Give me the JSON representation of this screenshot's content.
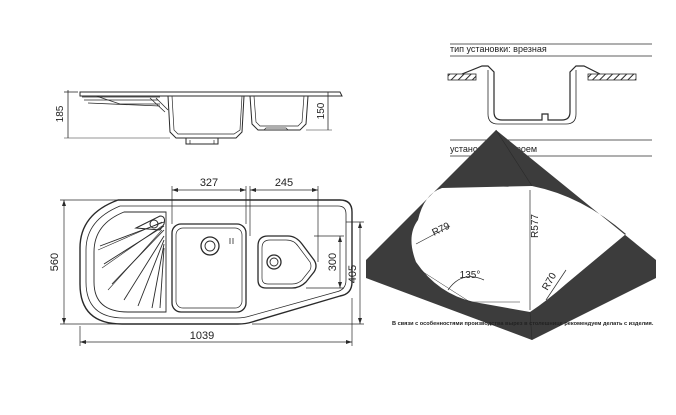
{
  "side_view": {
    "height_left": "185",
    "height_right": "150"
  },
  "top_view": {
    "dim_bowl_width": "327",
    "dim_small_width": "245",
    "dim_height": "560",
    "dim_depth_right": "300",
    "dim_depth_outer": "405",
    "dim_total_width": "1039"
  },
  "install_type": {
    "label": "тип установки: врезная"
  },
  "cutout": {
    "label": "установочный проем",
    "radius_small": "R79",
    "radius_large": "R577",
    "radius_corner": "R70",
    "angle": "135°",
    "note": "В связи с особенностями производства вырез в столешнице рекомендуем делать с изделия."
  },
  "colors": {
    "line": "#2a2a2a",
    "cutout_fill": "#3c3c3c",
    "hatch": "#2a2a2a"
  }
}
